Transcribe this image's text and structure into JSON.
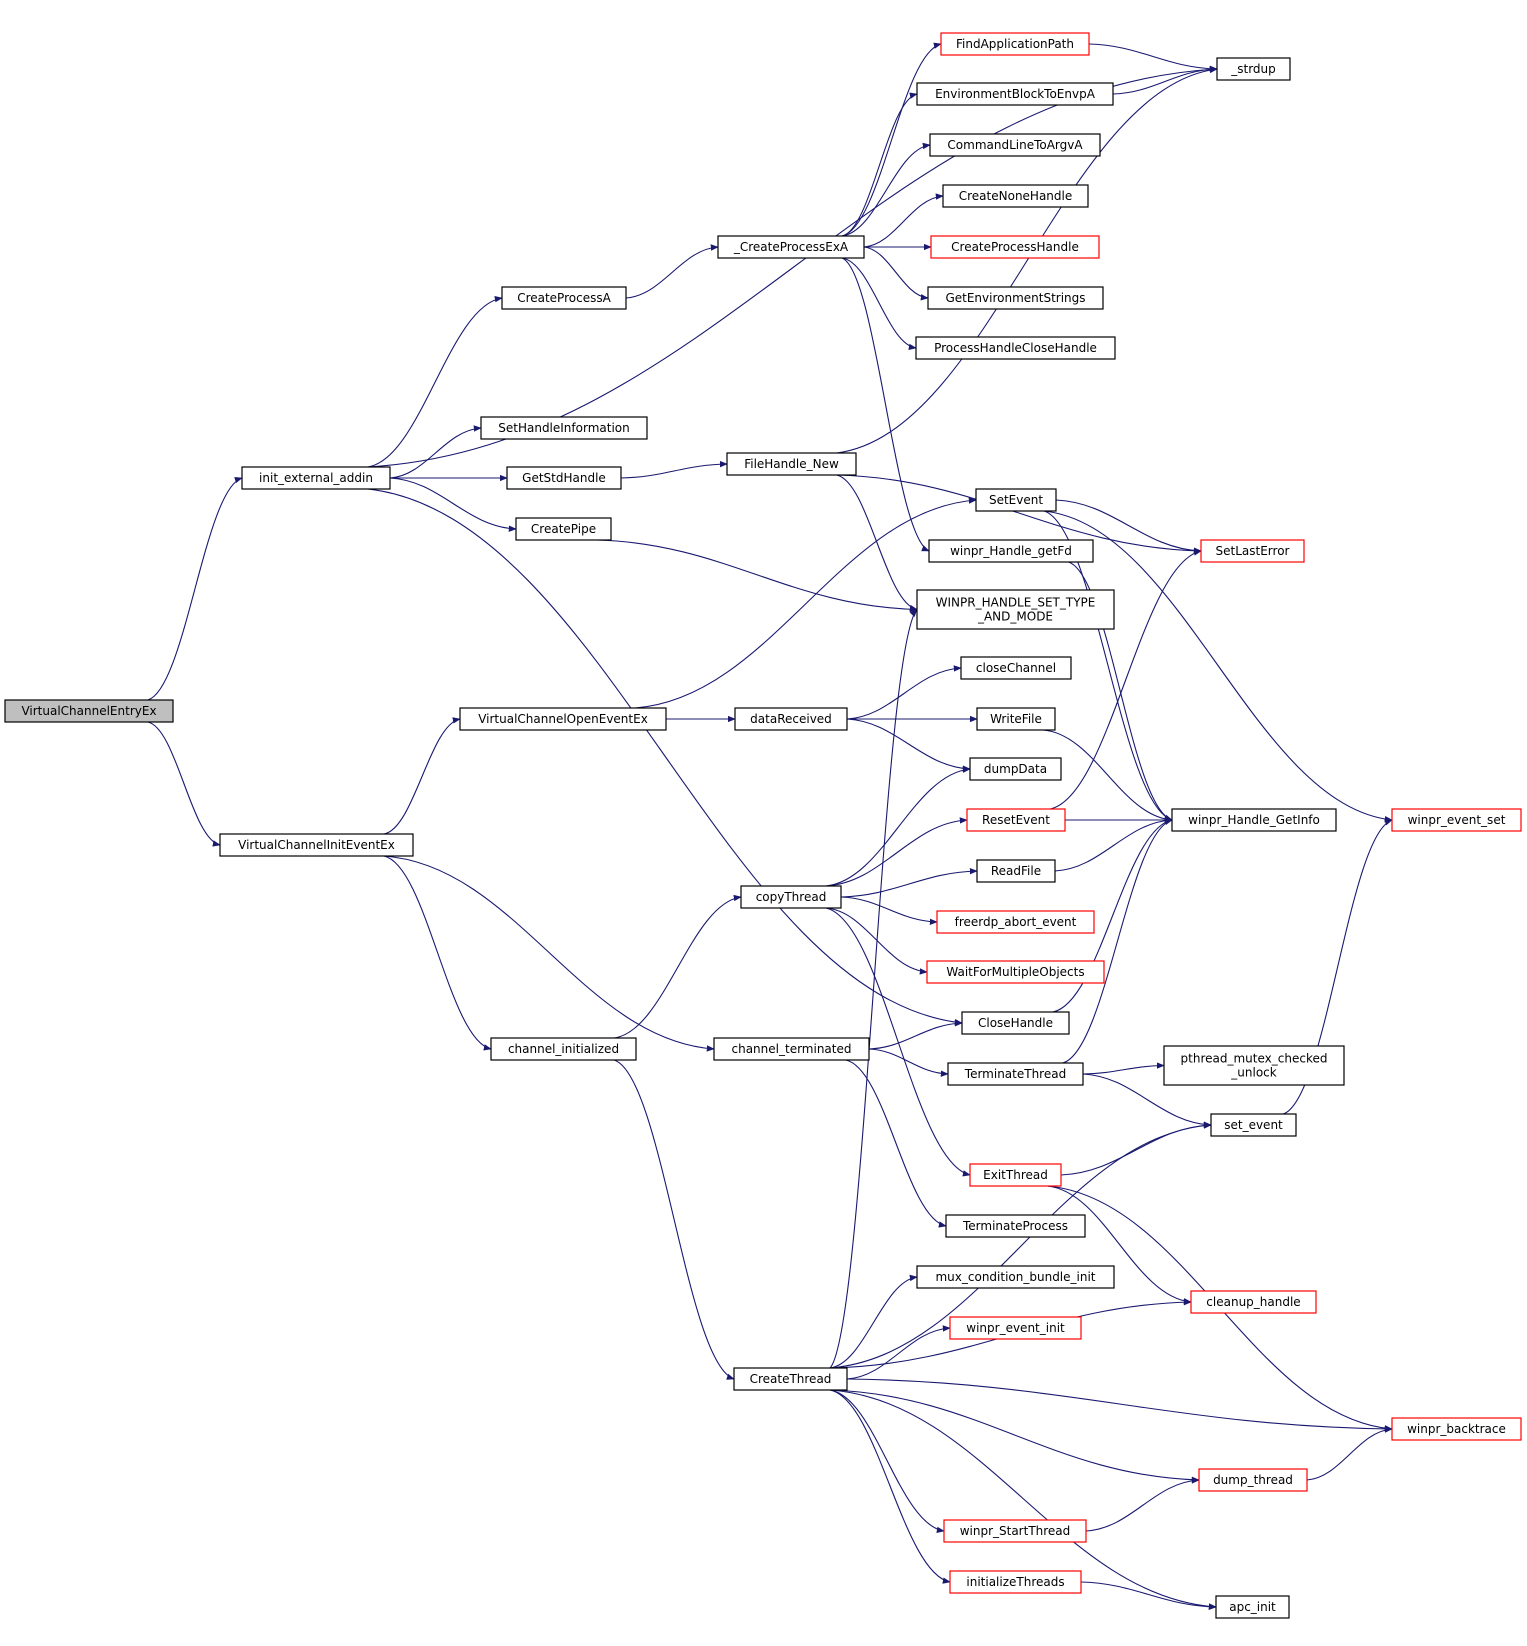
{
  "colors": {
    "edge": "#191970",
    "border_normal": "#000000",
    "border_truncated": "#ff0000",
    "root_fill": "#bfbfbf",
    "node_fill": "#ffffff"
  },
  "root": "VirtualChannelEntryEx",
  "nodes": [
    {
      "id": "VirtualChannelEntryEx",
      "label": "VirtualChannelEntryEx",
      "style": "root"
    },
    {
      "id": "init_external_addin",
      "label": "init_external_addin",
      "style": "normal"
    },
    {
      "id": "VirtualChannelInitEventEx",
      "label": "VirtualChannelInitEventEx",
      "style": "normal"
    },
    {
      "id": "CreateProcessA",
      "label": "CreateProcessA",
      "style": "normal"
    },
    {
      "id": "SetHandleInformation",
      "label": "SetHandleInformation",
      "style": "normal"
    },
    {
      "id": "GetStdHandle",
      "label": "GetStdHandle",
      "style": "normal"
    },
    {
      "id": "CreatePipe",
      "label": "CreatePipe",
      "style": "normal"
    },
    {
      "id": "VirtualChannelOpenEventEx",
      "label": "VirtualChannelOpenEventEx",
      "style": "normal"
    },
    {
      "id": "channel_initialized",
      "label": "channel_initialized",
      "style": "normal"
    },
    {
      "id": "_CreateProcessExA",
      "label": "_CreateProcessExA",
      "style": "normal"
    },
    {
      "id": "FileHandle_New",
      "label": "FileHandle_New",
      "style": "normal"
    },
    {
      "id": "dataReceived",
      "label": "dataReceived",
      "style": "normal"
    },
    {
      "id": "copyThread",
      "label": "copyThread",
      "style": "normal"
    },
    {
      "id": "channel_terminated",
      "label": "channel_terminated",
      "style": "normal"
    },
    {
      "id": "CreateThread",
      "label": "CreateThread",
      "style": "normal"
    },
    {
      "id": "FindApplicationPath",
      "label": "FindApplicationPath",
      "style": "truncated"
    },
    {
      "id": "EnvironmentBlockToEnvpA",
      "label": "EnvironmentBlockToEnvpA",
      "style": "normal"
    },
    {
      "id": "CommandLineToArgvA",
      "label": "CommandLineToArgvA",
      "style": "normal"
    },
    {
      "id": "CreateNoneHandle",
      "label": "CreateNoneHandle",
      "style": "normal"
    },
    {
      "id": "CreateProcessHandle",
      "label": "CreateProcessHandle",
      "style": "truncated"
    },
    {
      "id": "GetEnvironmentStrings",
      "label": "GetEnvironmentStrings",
      "style": "normal"
    },
    {
      "id": "ProcessHandleCloseHandle",
      "label": "ProcessHandleCloseHandle",
      "style": "normal"
    },
    {
      "id": "SetEvent",
      "label": "SetEvent",
      "style": "normal"
    },
    {
      "id": "winpr_Handle_getFd",
      "label": "winpr_Handle_getFd",
      "style": "normal"
    },
    {
      "id": "WINPR_HANDLE_SET_TYPE_AND_MODE",
      "label": "WINPR_HANDLE_SET_TYPE\n_AND_MODE",
      "style": "normal"
    },
    {
      "id": "closeChannel",
      "label": "closeChannel",
      "style": "normal"
    },
    {
      "id": "WriteFile",
      "label": "WriteFile",
      "style": "normal"
    },
    {
      "id": "dumpData",
      "label": "dumpData",
      "style": "normal"
    },
    {
      "id": "ResetEvent",
      "label": "ResetEvent",
      "style": "truncated"
    },
    {
      "id": "ReadFile",
      "label": "ReadFile",
      "style": "normal"
    },
    {
      "id": "freerdp_abort_event",
      "label": "freerdp_abort_event",
      "style": "truncated"
    },
    {
      "id": "WaitForMultipleObjects",
      "label": "WaitForMultipleObjects",
      "style": "truncated"
    },
    {
      "id": "CloseHandle",
      "label": "CloseHandle",
      "style": "normal"
    },
    {
      "id": "TerminateThread",
      "label": "TerminateThread",
      "style": "normal"
    },
    {
      "id": "ExitThread",
      "label": "ExitThread",
      "style": "truncated"
    },
    {
      "id": "TerminateProcess",
      "label": "TerminateProcess",
      "style": "normal"
    },
    {
      "id": "mux_condition_bundle_init",
      "label": "mux_condition_bundle_init",
      "style": "normal"
    },
    {
      "id": "winpr_event_init",
      "label": "winpr_event_init",
      "style": "truncated"
    },
    {
      "id": "winpr_StartThread",
      "label": "winpr_StartThread",
      "style": "truncated"
    },
    {
      "id": "initializeThreads",
      "label": "initializeThreads",
      "style": "truncated"
    },
    {
      "id": "_strdup",
      "label": "_strdup",
      "style": "normal"
    },
    {
      "id": "SetLastError",
      "label": "SetLastError",
      "style": "truncated"
    },
    {
      "id": "winpr_Handle_GetInfo",
      "label": "winpr_Handle_GetInfo",
      "style": "normal"
    },
    {
      "id": "pthread_mutex_checked_unlock",
      "label": "pthread_mutex_checked\n_unlock",
      "style": "normal"
    },
    {
      "id": "set_event",
      "label": "set_event",
      "style": "normal"
    },
    {
      "id": "cleanup_handle",
      "label": "cleanup_handle",
      "style": "truncated"
    },
    {
      "id": "dump_thread",
      "label": "dump_thread",
      "style": "truncated"
    },
    {
      "id": "apc_init",
      "label": "apc_init",
      "style": "normal"
    },
    {
      "id": "winpr_event_set",
      "label": "winpr_event_set",
      "style": "truncated"
    },
    {
      "id": "winpr_backtrace",
      "label": "winpr_backtrace",
      "style": "truncated"
    }
  ],
  "edges": [
    {
      "from": "VirtualChannelEntryEx",
      "to": "init_external_addin"
    },
    {
      "from": "VirtualChannelEntryEx",
      "to": "VirtualChannelInitEventEx"
    },
    {
      "from": "init_external_addin",
      "to": "_strdup"
    },
    {
      "from": "init_external_addin",
      "to": "CreateProcessA"
    },
    {
      "from": "init_external_addin",
      "to": "SetHandleInformation"
    },
    {
      "from": "init_external_addin",
      "to": "GetStdHandle"
    },
    {
      "from": "init_external_addin",
      "to": "CreatePipe"
    },
    {
      "from": "init_external_addin",
      "to": "CloseHandle"
    },
    {
      "from": "CreateProcessA",
      "to": "_CreateProcessExA"
    },
    {
      "from": "_CreateProcessExA",
      "to": "FindApplicationPath"
    },
    {
      "from": "_CreateProcessExA",
      "to": "EnvironmentBlockToEnvpA"
    },
    {
      "from": "_CreateProcessExA",
      "to": "CommandLineToArgvA"
    },
    {
      "from": "_CreateProcessExA",
      "to": "CreateNoneHandle"
    },
    {
      "from": "_CreateProcessExA",
      "to": "CreateProcessHandle"
    },
    {
      "from": "_CreateProcessExA",
      "to": "GetEnvironmentStrings"
    },
    {
      "from": "_CreateProcessExA",
      "to": "ProcessHandleCloseHandle"
    },
    {
      "from": "_CreateProcessExA",
      "to": "winpr_Handle_getFd"
    },
    {
      "from": "FindApplicationPath",
      "to": "_strdup"
    },
    {
      "from": "EnvironmentBlockToEnvpA",
      "to": "_strdup"
    },
    {
      "from": "GetStdHandle",
      "to": "FileHandle_New"
    },
    {
      "from": "FileHandle_New",
      "to": "_strdup"
    },
    {
      "from": "FileHandle_New",
      "to": "SetLastError"
    },
    {
      "from": "FileHandle_New",
      "to": "WINPR_HANDLE_SET_TYPE_AND_MODE"
    },
    {
      "from": "CreatePipe",
      "to": "WINPR_HANDLE_SET_TYPE_AND_MODE"
    },
    {
      "from": "VirtualChannelInitEventEx",
      "to": "VirtualChannelOpenEventEx"
    },
    {
      "from": "VirtualChannelInitEventEx",
      "to": "channel_initialized"
    },
    {
      "from": "VirtualChannelInitEventEx",
      "to": "channel_terminated"
    },
    {
      "from": "VirtualChannelOpenEventEx",
      "to": "SetEvent"
    },
    {
      "from": "VirtualChannelOpenEventEx",
      "to": "dataReceived"
    },
    {
      "from": "SetEvent",
      "to": "winpr_event_set"
    },
    {
      "from": "SetEvent",
      "to": "SetLastError"
    },
    {
      "from": "SetEvent",
      "to": "winpr_Handle_GetInfo"
    },
    {
      "from": "winpr_Handle_getFd",
      "to": "winpr_Handle_GetInfo"
    },
    {
      "from": "dataReceived",
      "to": "closeChannel"
    },
    {
      "from": "dataReceived",
      "to": "WriteFile"
    },
    {
      "from": "dataReceived",
      "to": "dumpData"
    },
    {
      "from": "WriteFile",
      "to": "winpr_Handle_GetInfo"
    },
    {
      "from": "ResetEvent",
      "to": "SetLastError"
    },
    {
      "from": "ResetEvent",
      "to": "winpr_Handle_GetInfo"
    },
    {
      "from": "ReadFile",
      "to": "winpr_Handle_GetInfo"
    },
    {
      "from": "channel_initialized",
      "to": "copyThread"
    },
    {
      "from": "channel_initialized",
      "to": "CreateThread"
    },
    {
      "from": "copyThread",
      "to": "dumpData"
    },
    {
      "from": "copyThread",
      "to": "ResetEvent"
    },
    {
      "from": "copyThread",
      "to": "ReadFile"
    },
    {
      "from": "copyThread",
      "to": "freerdp_abort_event"
    },
    {
      "from": "copyThread",
      "to": "WaitForMultipleObjects"
    },
    {
      "from": "copyThread",
      "to": "ExitThread"
    },
    {
      "from": "channel_terminated",
      "to": "CloseHandle"
    },
    {
      "from": "channel_terminated",
      "to": "TerminateThread"
    },
    {
      "from": "channel_terminated",
      "to": "TerminateProcess"
    },
    {
      "from": "CloseHandle",
      "to": "winpr_Handle_GetInfo"
    },
    {
      "from": "TerminateThread",
      "to": "winpr_Handle_GetInfo"
    },
    {
      "from": "TerminateThread",
      "to": "pthread_mutex_checked_unlock"
    },
    {
      "from": "TerminateThread",
      "to": "set_event"
    },
    {
      "from": "set_event",
      "to": "winpr_event_set"
    },
    {
      "from": "ExitThread",
      "to": "set_event"
    },
    {
      "from": "ExitThread",
      "to": "cleanup_handle"
    },
    {
      "from": "ExitThread",
      "to": "winpr_backtrace"
    },
    {
      "from": "CreateThread",
      "to": "WINPR_HANDLE_SET_TYPE_AND_MODE"
    },
    {
      "from": "CreateThread",
      "to": "set_event"
    },
    {
      "from": "CreateThread",
      "to": "mux_condition_bundle_init"
    },
    {
      "from": "CreateThread",
      "to": "winpr_event_init"
    },
    {
      "from": "CreateThread",
      "to": "cleanup_handle"
    },
    {
      "from": "CreateThread",
      "to": "winpr_backtrace"
    },
    {
      "from": "CreateThread",
      "to": "dump_thread"
    },
    {
      "from": "CreateThread",
      "to": "winpr_StartThread"
    },
    {
      "from": "CreateThread",
      "to": "initializeThreads"
    },
    {
      "from": "CreateThread",
      "to": "apc_init"
    },
    {
      "from": "winpr_StartThread",
      "to": "dump_thread"
    },
    {
      "from": "dump_thread",
      "to": "winpr_backtrace"
    },
    {
      "from": "initializeThreads",
      "to": "apc_init"
    }
  ]
}
